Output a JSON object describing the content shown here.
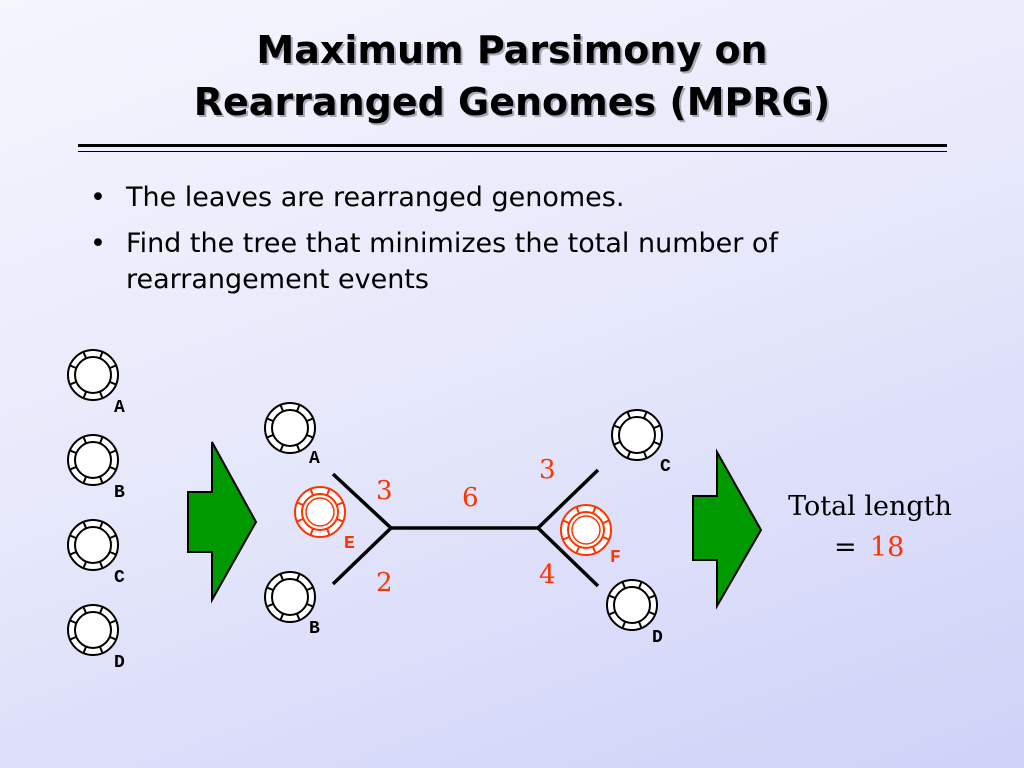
{
  "slide": {
    "title_line1": "Maximum Parsimony on",
    "title_line2": "Rearranged Genomes (MPRG)",
    "bullets": [
      "The leaves are rearranged genomes.",
      "Find the tree that minimizes the total number of rearrangement events"
    ]
  },
  "diagram": {
    "leaves": [
      "A",
      "B",
      "C",
      "D"
    ],
    "tree_leaf_labels": {
      "A": "A",
      "B": "B",
      "C": "C",
      "D": "D"
    },
    "internal_labels": {
      "E": "E",
      "F": "F"
    },
    "edge_weights": {
      "A_E": "3",
      "B_E": "2",
      "E_F": "6",
      "C_F": "3",
      "D_F": "4"
    },
    "total_label": "Total length",
    "total_eq": "=",
    "total_value": "18",
    "colors": {
      "black": "#000000",
      "red": "#ff3300",
      "arrow_green": "#009900",
      "arrow_stroke": "#000000"
    },
    "icons": [
      "circular-genome-icon",
      "right-arrow-icon"
    ]
  }
}
